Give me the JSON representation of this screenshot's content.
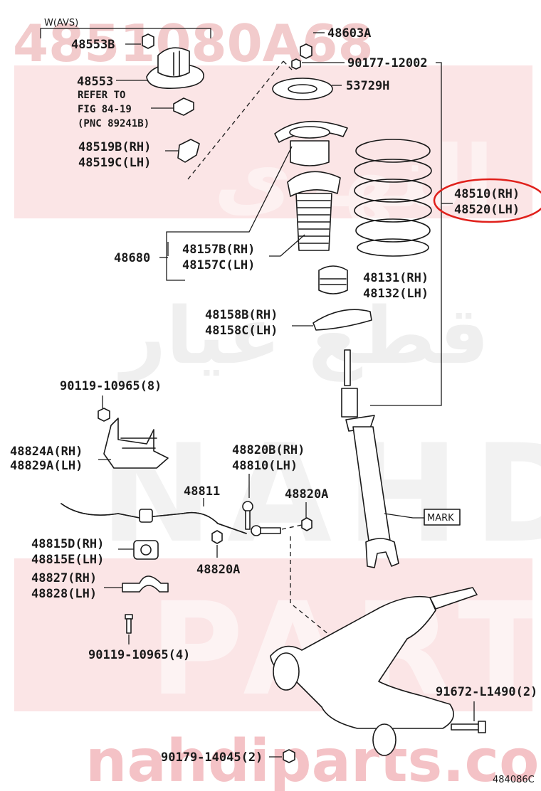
{
  "watermark": {
    "part_number": "4851080A68",
    "brand": "NAHDI",
    "parts": "PARTS",
    "site": "nahdiparts.com",
    "arabic": "النهدي",
    "arabic2": "قطع غيار",
    "color": "#d9363e"
  },
  "labels": {
    "w_avs": "W(AVS)",
    "p48553b": "48553B",
    "p48603a": "48603A",
    "p90177": "90177-12002",
    "p48553": "48553",
    "refer1": "REFER TO",
    "refer2": "FIG 84-19",
    "refer3": "(PNC 89241B)",
    "p53729h": "53729H",
    "p48519b": "48519B(RH)",
    "p48519c": "48519C(LH)",
    "p48510": "48510(RH)",
    "p48520": "48520(LH)",
    "p48680": "48680",
    "p48157b": "48157B(RH)",
    "p48157c": "48157C(LH)",
    "p48131": "48131(RH)",
    "p48132": "48132(LH)",
    "p48158b": "48158B(RH)",
    "p48158c": "48158C(LH)",
    "p90119a": "90119-10965(8)",
    "p48824a": "48824A(RH)",
    "p48829a": "48829A(LH)",
    "p48820b": "48820B(RH)",
    "p48810": "48810(LH)",
    "p48811": "48811",
    "p48820a": "48820A",
    "mark": "MARK",
    "p48815d": "48815D(RH)",
    "p48815e": "48815E(LH)",
    "p48820a2": "48820A",
    "p48827": "48827(RH)",
    "p48828": "48828(LH)",
    "p90119b": "90119-10965(4)",
    "p91672": "91672-L1490(2)",
    "p90179": "90179-14045(2)",
    "diagram_id": "484086C"
  },
  "highlight": {
    "color": "#e0201b",
    "target": "48510(RH) / 48520(LH)"
  }
}
